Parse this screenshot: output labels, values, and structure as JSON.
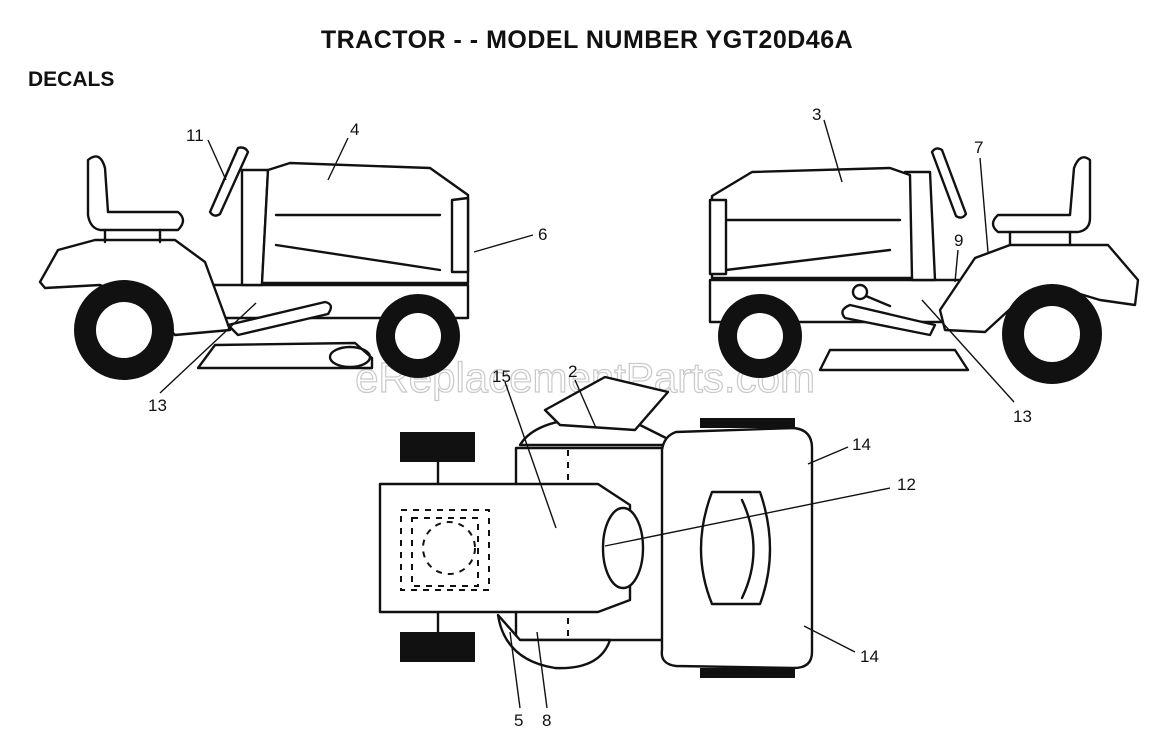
{
  "title": "TRACTOR - - MODEL NUMBER YGT20D46A",
  "subtitle": "DECALS",
  "watermark": "eReplacementParts.com",
  "callouts": {
    "left_11": "11",
    "left_4": "4",
    "left_6": "6",
    "left_13": "13",
    "right_3": "3",
    "right_7": "7",
    "right_9": "9",
    "right_13": "13",
    "top_15": "15",
    "top_2": "2",
    "top_14a": "14",
    "top_12": "12",
    "top_14b": "14",
    "top_5": "5",
    "top_8": "8"
  }
}
